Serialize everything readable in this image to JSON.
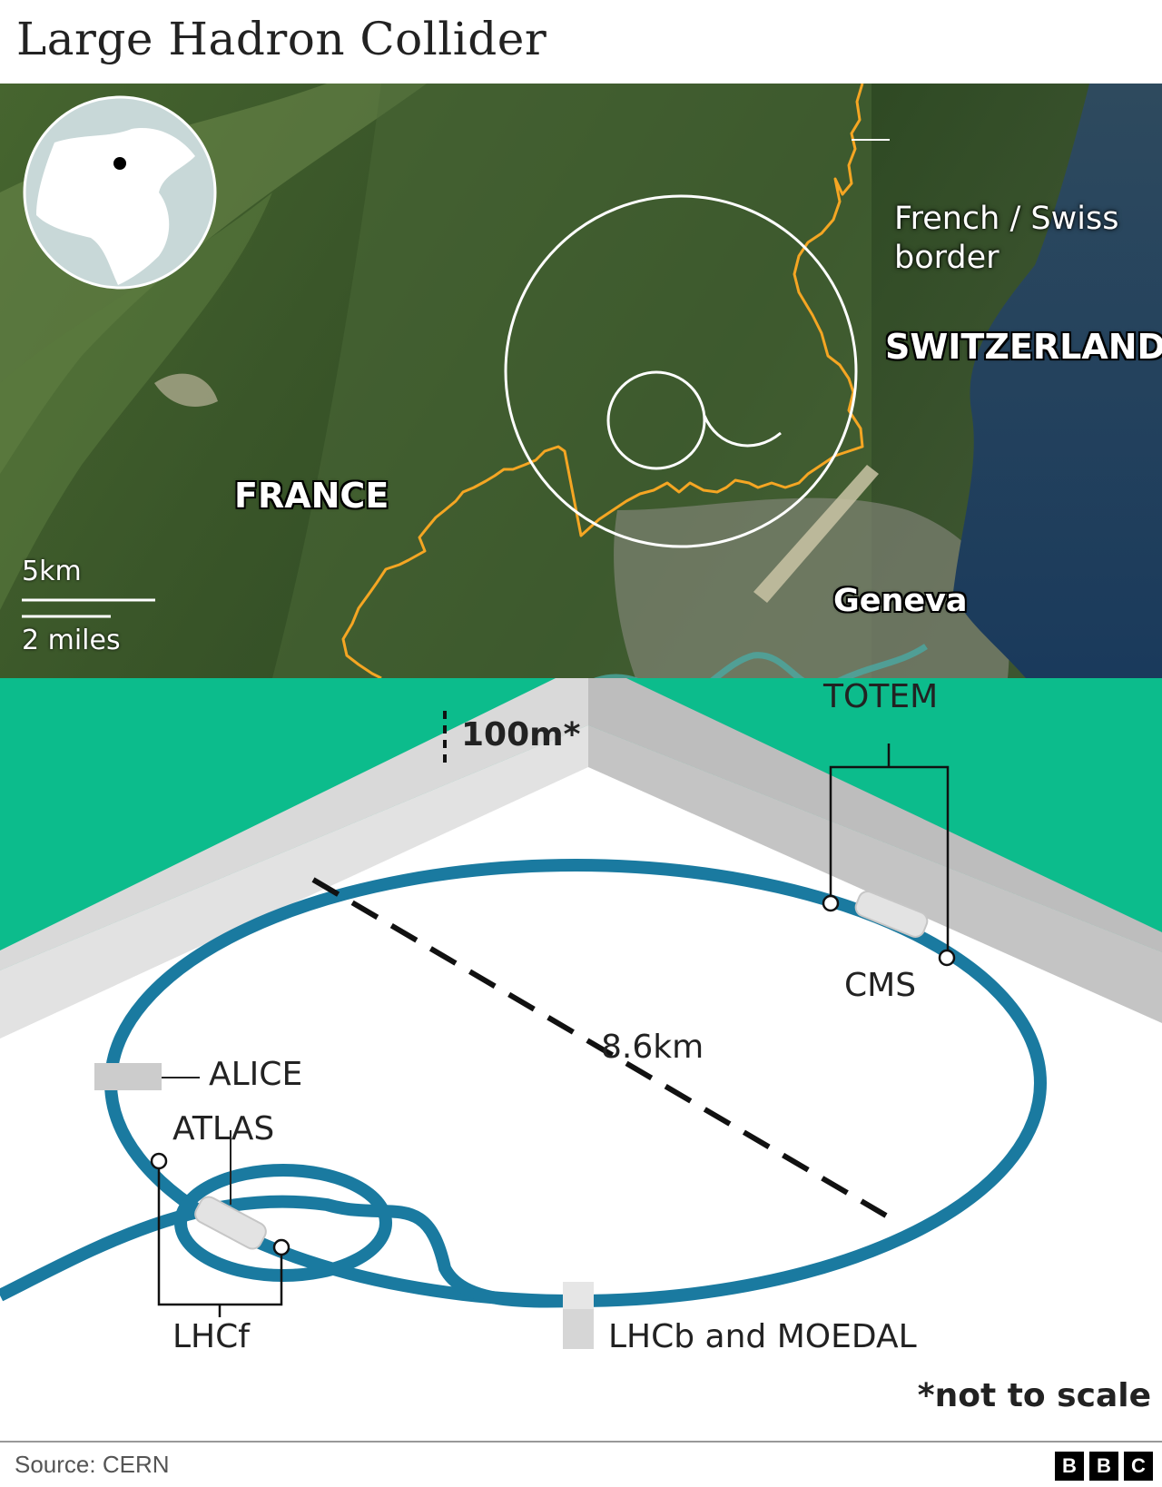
{
  "title": "Large Hadron Collider",
  "map": {
    "labels": {
      "border": [
        "French / Swiss",
        "border"
      ],
      "switzerland": "SWITZERLAND",
      "france": "FRANCE",
      "geneva": "Geneva"
    },
    "scale": {
      "km": "5km",
      "miles": "2 miles"
    },
    "colors": {
      "border_line": "#f5a623",
      "rings": "#ffffff",
      "lake": "#1b3550",
      "land": "#3b5a2c"
    }
  },
  "diagram": {
    "labels": {
      "depth": "100m*",
      "diameter": "8.6km",
      "totem": "TOTEM",
      "cms": "CMS",
      "alice": "ALICE",
      "atlas": "ATLAS",
      "lhcf": "LHCf",
      "lhcb": "LHCb and MOEDAL"
    },
    "note": "*not to scale",
    "colors": {
      "ring": "#1a7aa0",
      "ground": "#0cbc8c",
      "wall": "#bfbfbf"
    }
  },
  "footer": {
    "source": "Source: CERN",
    "brand": [
      "B",
      "B",
      "C"
    ]
  }
}
